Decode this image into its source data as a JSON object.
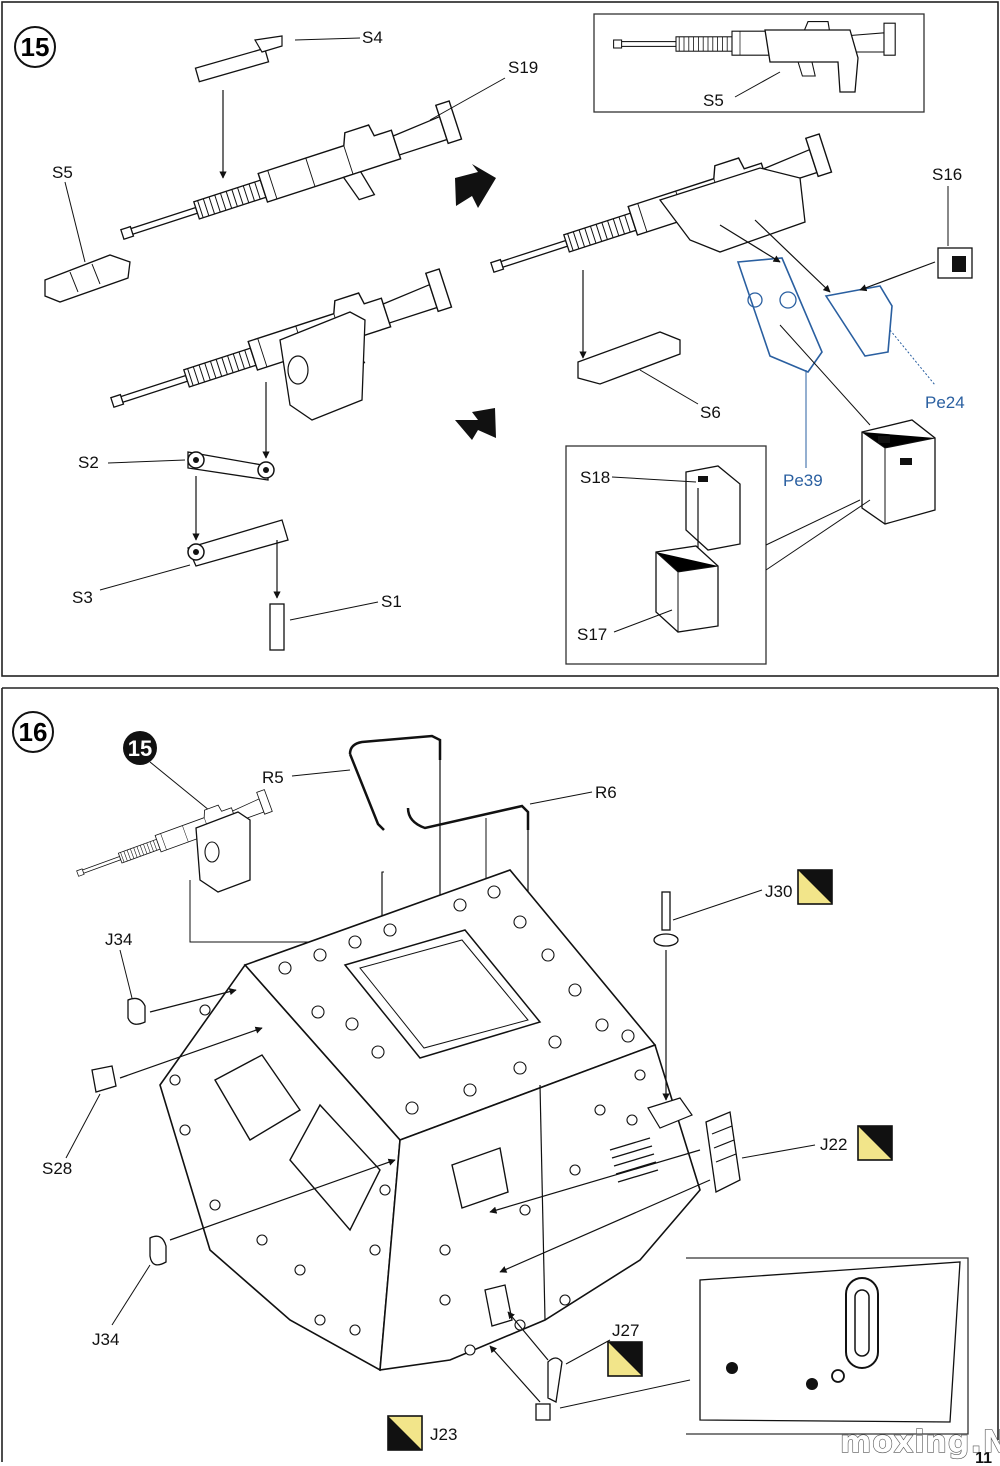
{
  "steps": [
    {
      "number": "15"
    },
    {
      "number": "16"
    }
  ],
  "step15": {
    "labels": {
      "s4": "S4",
      "s19": "S19",
      "s5_left": "S5",
      "s5_box": "S5",
      "s16": "S16",
      "pe24": "Pe24",
      "pe39": "Pe39",
      "s6": "S6",
      "s2": "S2",
      "s3": "S3",
      "s1": "S1",
      "s18": "S18",
      "s17": "S17"
    }
  },
  "step16": {
    "ref_step": "15",
    "labels": {
      "r5": "R5",
      "r6": "R6",
      "j30": "J30",
      "j34_top": "J34",
      "s28": "S28",
      "j22": "J22",
      "j34_bottom": "J34",
      "j27": "J27",
      "j23": "J23"
    }
  },
  "footer": {
    "page_number": "11",
    "watermark": "moxing.NET"
  },
  "colors": {
    "line": "#111111",
    "photo_etch": "#2a5fa0",
    "paint_chip_yellow": "#f2e58a",
    "paint_chip_black": "#111111",
    "frame": "#333333"
  }
}
